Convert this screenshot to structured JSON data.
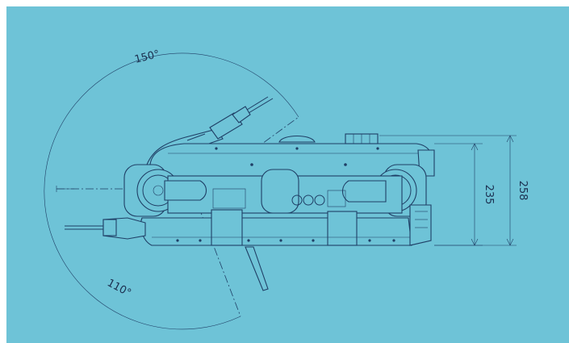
{
  "colors": {
    "background": "#6ec3d7",
    "line": "#1f3f66",
    "frame": "#ffffff"
  },
  "annotations": {
    "upper_angle": "150°",
    "lower_angle": "110°",
    "inner_height": "235",
    "outer_height": "258"
  }
}
